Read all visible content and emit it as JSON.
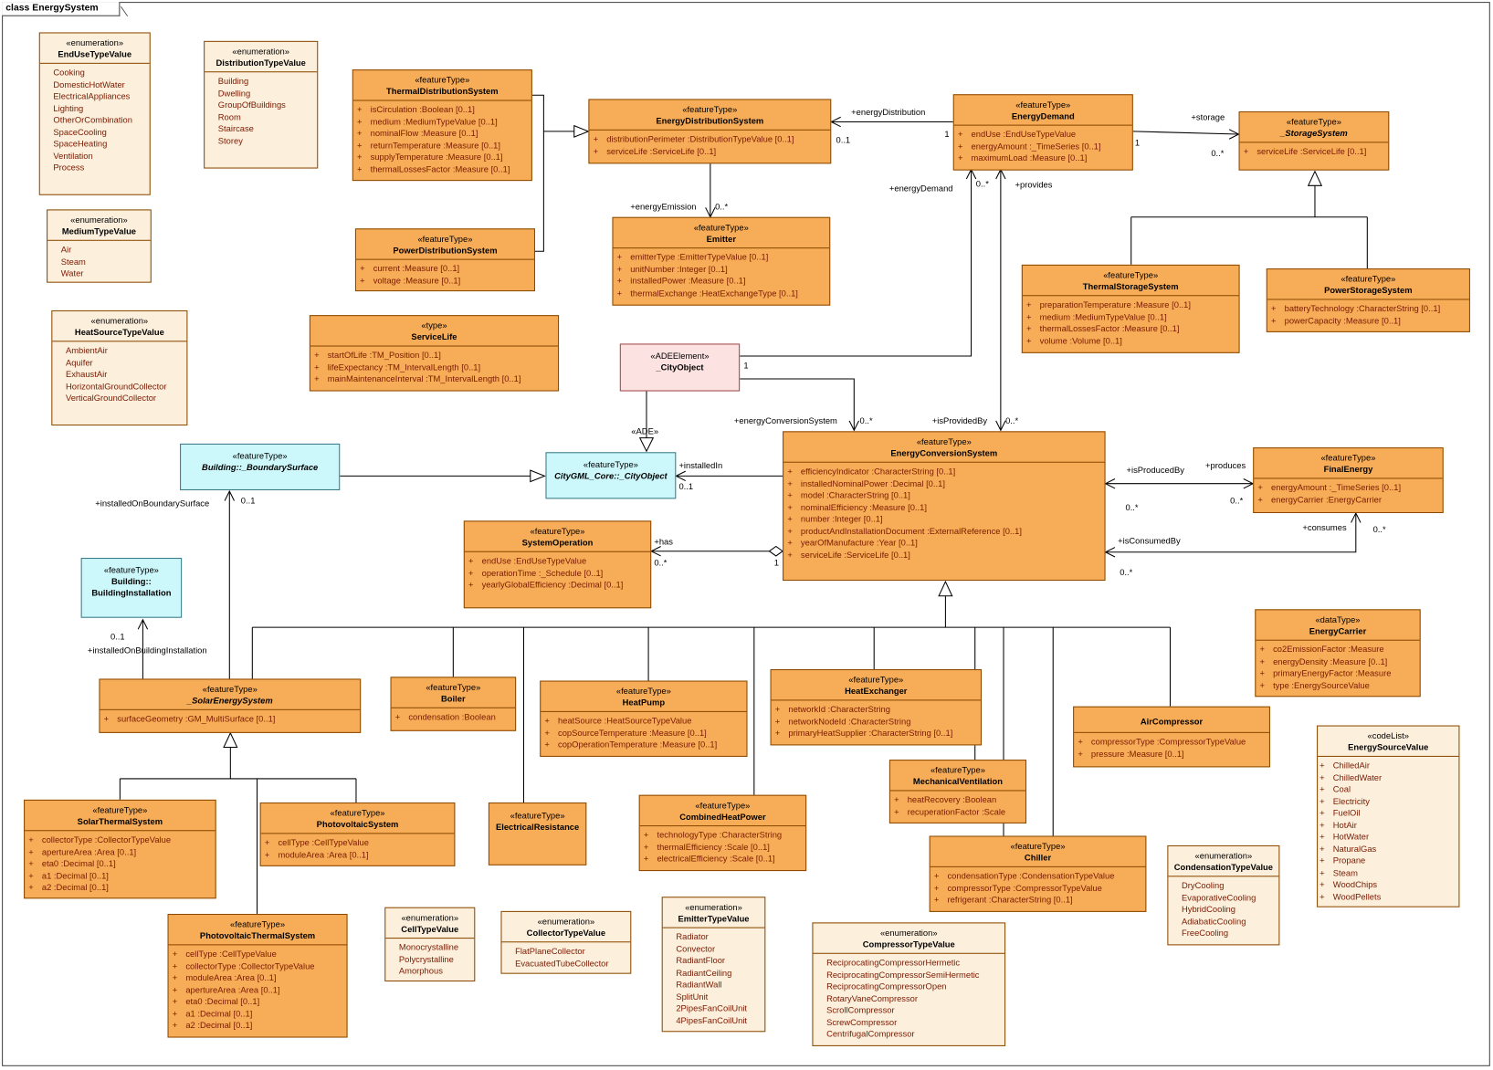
{
  "diagram_title": "class EnergySystem",
  "classes": {
    "enduse": {
      "stereo": "«enumeration»",
      "name": "EndUseTypeValue",
      "literals": [
        "Cooking",
        "DomesticHotWater",
        "ElectricalAppliances",
        "Lighting",
        "OtherOrCombination",
        "SpaceCooling",
        "SpaceHeating",
        "Ventilation",
        "Process"
      ]
    },
    "distribution_type": {
      "stereo": "«enumeration»",
      "name": "DistributionTypeValue",
      "literals": [
        "Building",
        "Dwelling",
        "GroupOfBuildings",
        "Room",
        "Staircase",
        "Storey"
      ]
    },
    "medium_type": {
      "stereo": "«enumeration»",
      "name": "MediumTypeValue",
      "literals": [
        "Air",
        "Steam",
        "Water"
      ]
    },
    "heat_source": {
      "stereo": "«enumeration»",
      "name": "HeatSourceTypeValue",
      "literals": [
        "AmbientAir",
        "Aquifer",
        "ExhaustAir",
        "HorizontalGroundCollector",
        "VerticalGroundCollector"
      ]
    },
    "thermal_distribution": {
      "stereo": "«featureType»",
      "name": "ThermalDistributionSystem",
      "attrs": [
        "isCirculation  :Boolean [0..1]",
        "medium  :MediumTypeValue [0..1]",
        "nominalFlow  :Measure [0..1]",
        "returnTemperature  :Measure [0..1]",
        "supplyTemperature  :Measure [0..1]",
        "thermalLossesFactor  :Measure [0..1]"
      ]
    },
    "power_distribution": {
      "stereo": "«featureType»",
      "name": "PowerDistributionSystem",
      "attrs": [
        "current  :Measure [0..1]",
        "voltage  :Measure [0..1]"
      ]
    },
    "service_life": {
      "stereo": "«type»",
      "name": "ServiceLife",
      "attrs": [
        "startOfLife  :TM_Position [0..1]",
        "lifeExpectancy  :TM_IntervalLength [0..1]",
        "mainMaintenanceInterval  :TM_IntervalLength [0..1]"
      ]
    },
    "energy_distribution": {
      "stereo": "«featureType»",
      "name": "EnergyDistributionSystem",
      "attrs": [
        "distributionPerimeter  :DistributionTypeValue [0..1]",
        "serviceLife  :ServiceLife [0..1]"
      ]
    },
    "emitter": {
      "stereo": "«featureType»",
      "name": "Emitter",
      "attrs": [
        "emitterType  :EmitterTypeValue [0..1]",
        "unitNumber  :Integer [0..1]",
        "installedPower  :Measure [0..1]",
        "thermalExchange  :HeatExchangeType [0..1]"
      ]
    },
    "energy_demand": {
      "stereo": "«featureType»",
      "name": "EnergyDemand",
      "attrs": [
        "endUse  :EndUseTypeValue",
        "energyAmount  :_TimeSeries [0..1]",
        "maximumLoad  :Measure [0..1]"
      ]
    },
    "storage_system": {
      "stereo": "«featureType»",
      "name": "_StorageSystem",
      "attrs": [
        "serviceLife  :ServiceLife [0..1]"
      ]
    },
    "thermal_storage": {
      "stereo": "«featureType»",
      "name": "ThermalStorageSystem",
      "attrs": [
        "preparationTemperature  :Measure [0..1]",
        "medium  :MediumTypeValue [0..1]",
        "thermalLossesFactor  :Measure [0..1]",
        "volume  :Volume [0..1]"
      ]
    },
    "power_storage": {
      "stereo": "«featureType»",
      "name": "PowerStorageSystem",
      "attrs": [
        "batteryTechnology  :CharacterString [0..1]",
        "powerCapacity  :Measure [0..1]"
      ]
    },
    "city_object_ade": {
      "stereo": "«ADEElement»",
      "name": "_CityObject",
      "attrs": []
    },
    "boundary_surface": {
      "stereo": "«featureType»",
      "name": "Building::_BoundarySurface",
      "attrs": []
    },
    "core_city_object": {
      "stereo": "«featureType»",
      "name": "CityGML_Core::_CityObject",
      "attrs": []
    },
    "building_installation": {
      "stereo": "«featureType»",
      "name": "Building::",
      "name2": "BuildingInstallation",
      "attrs": []
    },
    "system_operation": {
      "stereo": "«featureType»",
      "name": "SystemOperation",
      "attrs": [
        "endUse  :EndUseTypeValue",
        "operationTime  :_Schedule [0..1]",
        "yearlyGlobalEfficiency  :Decimal [0..1]"
      ]
    },
    "energy_conversion": {
      "stereo": "«featureType»",
      "name": "EnergyConversionSystem",
      "attrs": [
        "efficiencyIndicator  :CharacterString [0..1]",
        "installedNominalPower  :Decimal [0..1]",
        "model  :CharacterString [0..1]",
        "nominalEfficiency  :Measure [0..1]",
        "number  :Integer [0..1]",
        "productAndInstallationDocument  :ExternalReference [0..1]",
        "yearOfManufacture  :Year [0..1]",
        "serviceLife  :ServiceLife [0..1]"
      ]
    },
    "final_energy": {
      "stereo": "«featureType»",
      "name": "FinalEnergy",
      "attrs": [
        "energyAmount  :_TimeSeries [0..1]",
        "energyCarrier  :EnergyCarrier"
      ]
    },
    "energy_carrier": {
      "stereo": "«dataType»",
      "name": "EnergyCarrier",
      "attrs": [
        "co2EmissionFactor  :Measure",
        "energyDensity  :Measure [0..1]",
        "primaryEnergyFactor  :Measure",
        "type  :EnergySourceValue"
      ]
    },
    "solar_energy": {
      "stereo": "«featureType»",
      "name": "_SolarEnergySystem",
      "attrs": [
        "surfaceGeometry  :GM_MultiSurface [0..1]"
      ]
    },
    "boiler": {
      "stereo": "«featureType»",
      "name": "Boiler",
      "attrs": [
        "condensation  :Boolean"
      ]
    },
    "heat_pump": {
      "stereo": "«featureType»",
      "name": "HeatPump",
      "attrs": [
        "heatSource  :HeatSourceTypeValue",
        "copSourceTemperature  :Measure [0..1]",
        "copOperationTemperature  :Measure [0..1]"
      ]
    },
    "heat_exchanger": {
      "stereo": "«featureType»",
      "name": "HeatExchanger",
      "attrs": [
        "networkId  :CharacterString",
        "networkNodeId  :CharacterString",
        "primaryHeatSupplier  :CharacterString [0..1]"
      ]
    },
    "air_compressor": {
      "stereo": "",
      "name": "AirCompressor",
      "attrs": [
        "compressorType  :CompressorTypeValue",
        "pressure  :Measure [0..1]"
      ]
    },
    "energy_source": {
      "stereo": "«codeList»",
      "name": "EnergySourceValue",
      "literals": [
        "ChilledAir",
        "ChilledWater",
        "Coal",
        "Electricity",
        "FuelOil",
        "HotAir",
        "HotWater",
        "NaturalGas",
        "Propane",
        "Steam",
        "WoodChips",
        "WoodPellets"
      ]
    },
    "solar_thermal": {
      "stereo": "«featureType»",
      "name": "SolarThermalSystem",
      "attrs": [
        "collectorType  :CollectorTypeValue",
        "apertureArea  :Area [0..1]",
        "eta0  :Decimal [0..1]",
        "a1  :Decimal [0..1]",
        "a2  :Decimal [0..1]"
      ]
    },
    "photovoltaic": {
      "stereo": "«featureType»",
      "name": "PhotovoltaicSystem",
      "attrs": [
        "cellType  :CellTypeValue",
        "moduleArea  :Area [0..1]"
      ]
    },
    "electrical_resistance": {
      "stereo": "«featureType»",
      "name": "ElectricalResistance",
      "attrs": []
    },
    "chp": {
      "stereo": "«featureType»",
      "name": "CombinedHeatPower",
      "attrs": [
        "technologyType  :CharacterString",
        "thermalEfficiency  :Scale [0..1]",
        "electricalEfficiency  :Scale [0..1]"
      ]
    },
    "mech_ventilation": {
      "stereo": "«featureType»",
      "name": "MechanicalVentilation",
      "attrs": [
        "heatRecovery  :Boolean",
        "recuperationFactor  :Scale"
      ]
    },
    "chiller": {
      "stereo": "«featureType»",
      "name": "Chiller",
      "attrs": [
        "condensationType  :CondensationTypeValue",
        "compressorType  :CompressorTypeValue",
        "refrigerant  :CharacterString [0..1]"
      ]
    },
    "condensation_type": {
      "stereo": "«enumeration»",
      "name": "CondensationTypeValue",
      "literals": [
        "DryCooling",
        "EvaporativeCooling",
        "HybridCooling",
        "AdiabaticCooling",
        "FreeCooling"
      ]
    },
    "pv_thermal": {
      "stereo": "«featureType»",
      "name": "PhotovoltaicThermalSystem",
      "attrs": [
        "cellType  :CellTypeValue",
        "collectorType  :CollectorTypeValue",
        "moduleArea  :Area [0..1]",
        "apertureArea  :Area [0..1]",
        "eta0  :Decimal [0..1]",
        "a1  :Decimal [0..1]",
        "a2  :Decimal [0..1]"
      ]
    },
    "cell_type": {
      "stereo": "«enumeration»",
      "name": "CellTypeValue",
      "literals": [
        "Monocrystalline",
        "Polycrystalline",
        "Amorphous"
      ]
    },
    "collector_type": {
      "stereo": "«enumeration»",
      "name": "CollectorTypeValue",
      "literals": [
        "FlatPlaneCollector",
        "EvacuatedTubeCollector"
      ]
    },
    "emitter_type": {
      "stereo": "«enumeration»",
      "name": "EmitterTypeValue",
      "literals": [
        "Radiator",
        "Convector",
        "RadiantFloor",
        "RadiantCeiling",
        "RadiantWall",
        "SplitUnit",
        "2PipesFanCoilUnit",
        "4PipesFanCoilUnit"
      ]
    },
    "compressor_type": {
      "stereo": "«enumeration»",
      "name": "CompressorTypeValue",
      "literals": [
        "ReciprocatingCompressorHermetic",
        "ReciprocatingCompressorSemiHermetic",
        "ReciprocatingCompressorOpen",
        "RotaryVaneCompressor",
        "ScrollCompressor",
        "ScrewCompressor",
        "CentrifugalCompressor"
      ]
    }
  },
  "labels": {
    "energy_distribution_role": "+energyDistribution",
    "m_0_1_a": "0..1",
    "m_1_a": "1",
    "storage_role": "+storage",
    "m_1_b": "1",
    "m_0n_a": "0..*",
    "energy_emission_role": "+energyEmission",
    "m_0n_b": "0..*",
    "energy_demand_role": "+energyDemand",
    "m_0n_c": "0..*",
    "provides_role": "+provides",
    "m_1_c": "1",
    "ade": "«ADE»",
    "energy_conversion_role": "+energyConversionSystem",
    "m_0n_d": "0..*",
    "is_provided_by_role": "+isProvidedBy",
    "m_0n_e": "0..*",
    "installed_in_role": "+installedIn",
    "m_0_1_b": "0..1",
    "installed_on_boundary_role": "+installedOnBoundarySurface",
    "m_0_1_c": "0..1",
    "has_role": "+has",
    "m_0n_f": "0..*",
    "m_1_d": "1",
    "is_produced_by_role": "+isProducedBy",
    "produces_role": "+produces",
    "m_0n_g": "0..*",
    "m_0n_h": "0..*",
    "consumes_role": "+consumes",
    "is_consumed_by_role": "+isConsumedBy",
    "m_0n_i": "0..*",
    "m_0n_j": "0..*",
    "m_0_1_d": "0..1",
    "installed_on_installation_role": "+installedOnBuildingInstallation"
  }
}
